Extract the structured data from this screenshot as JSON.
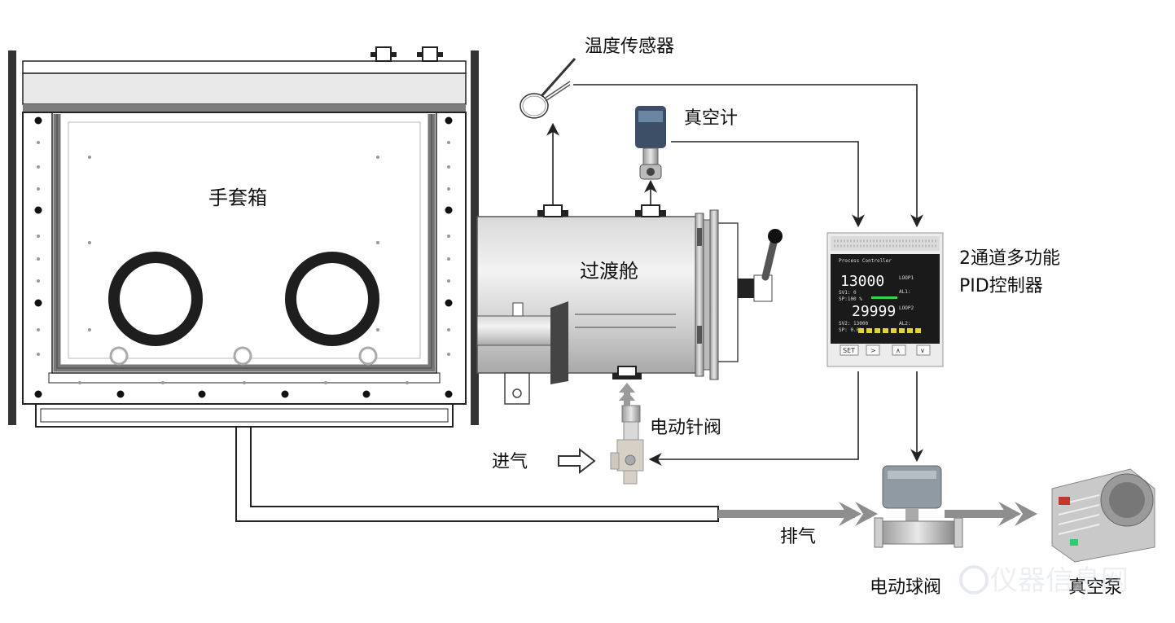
{
  "labels": {
    "glovebox": "手套箱",
    "transfer_chamber": "过渡舱",
    "temp_sensor": "温度传感器",
    "vacuum_gauge": "真空计",
    "controller_line1": "2通道多功能",
    "controller_line2": "PID控制器",
    "needle_valve": "电动针阀",
    "gas_inlet": "进气",
    "exhaust": "排气",
    "ball_valve": "电动球阀",
    "vacuum_pump": "真空泵"
  },
  "controller": {
    "header": "Process Controller",
    "pv1": "13000",
    "loop1": "LOOP1",
    "sv1": "SV1: 0",
    "sp1": "SP:100 %",
    "al1": "AL1:",
    "pv2": "29999",
    "loop2": "LOOP2",
    "sv2": "SV2: 13000",
    "sp2": "SP: 0.0%",
    "al2": "AL2:",
    "buttons": [
      "SET",
      ">",
      "∧",
      "∨"
    ]
  },
  "watermark": "仪器信息网",
  "colors": {
    "arrow_gray": "#8e8e8e",
    "line": "#222222",
    "steel": "#c9c9c9",
    "ring": "#1e1e1e"
  }
}
